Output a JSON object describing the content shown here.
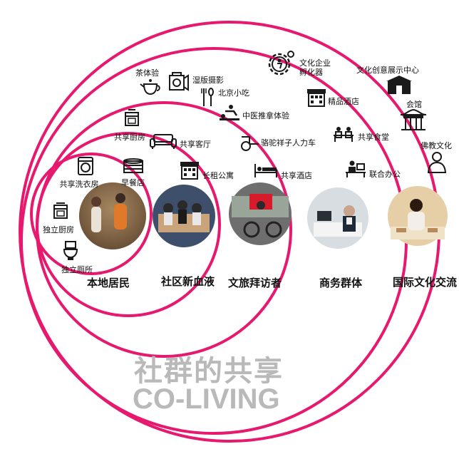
{
  "colors": {
    "ring": "#e6196e",
    "title": "#b9b9b9",
    "icon": "#1a1a1a"
  },
  "title": {
    "cn": "社群的共享",
    "en": "CO-LIVING"
  },
  "groups": [
    {
      "label": "本地居民",
      "photo": "local-residents-photo"
    },
    {
      "label": "社区新血液",
      "photo": "community-newcomers-photo"
    },
    {
      "label": "文旅拜访者",
      "photo": "cultural-tourists-photo"
    },
    {
      "label": "商务群体",
      "photo": "business-group-photo"
    },
    {
      "label": "国际文化交流",
      "photo": "international-culture-photo"
    }
  ],
  "facilities": {
    "laundry": "共享洗衣房",
    "breakfast": "早餐店",
    "kitchen_private": "独立厨房",
    "toilet_private": "独立厕所",
    "kitchen_shared": "共享厨房",
    "living_room": "共享客厅",
    "apartment": "长租公寓",
    "tea": "茶体验",
    "photo": "湿版摄影",
    "snack": "北京小吃",
    "massage": "中医推拿体验",
    "rickshaw": "骆驼祥子人力车",
    "hotel_shared": "共享酒店",
    "incubator": "文化企业孵化器",
    "boutique_hotel": "精品酒店",
    "canteen": "共享食堂",
    "cowork": "联合办公",
    "exhibition": "文化创意展示中心",
    "hall": "会馆",
    "buddhism": "佛教文化"
  }
}
